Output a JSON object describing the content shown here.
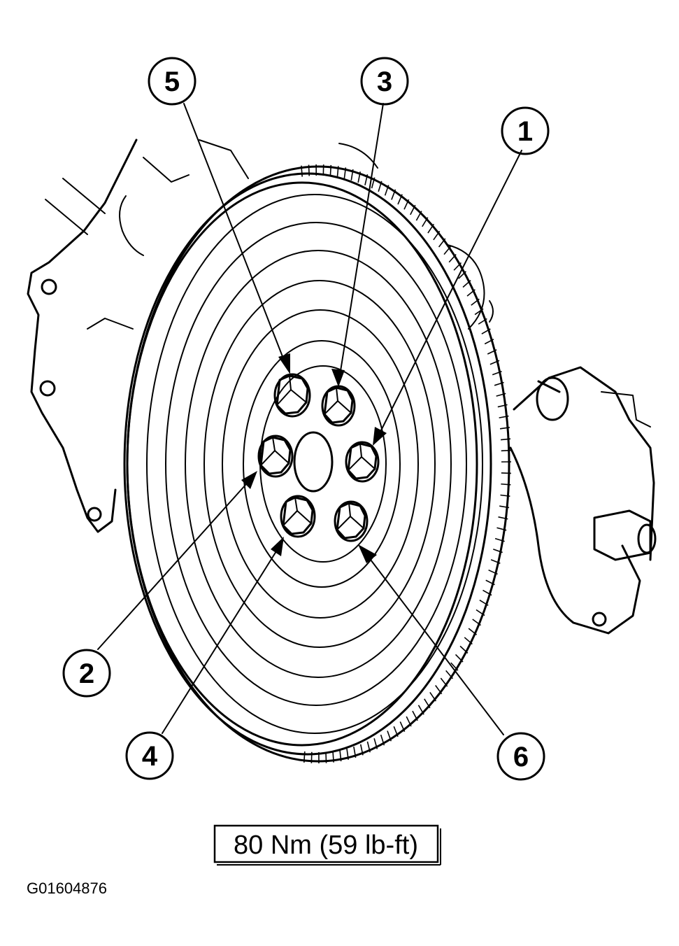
{
  "figure_id": "G01604876",
  "torque_spec": "80 Nm (59 lb-ft)",
  "callouts": [
    {
      "label": "5"
    },
    {
      "label": "3"
    },
    {
      "label": "1"
    },
    {
      "label": "2"
    },
    {
      "label": "4"
    },
    {
      "label": "6"
    }
  ],
  "colors": {
    "line": "#000000",
    "background": "#ffffff"
  }
}
